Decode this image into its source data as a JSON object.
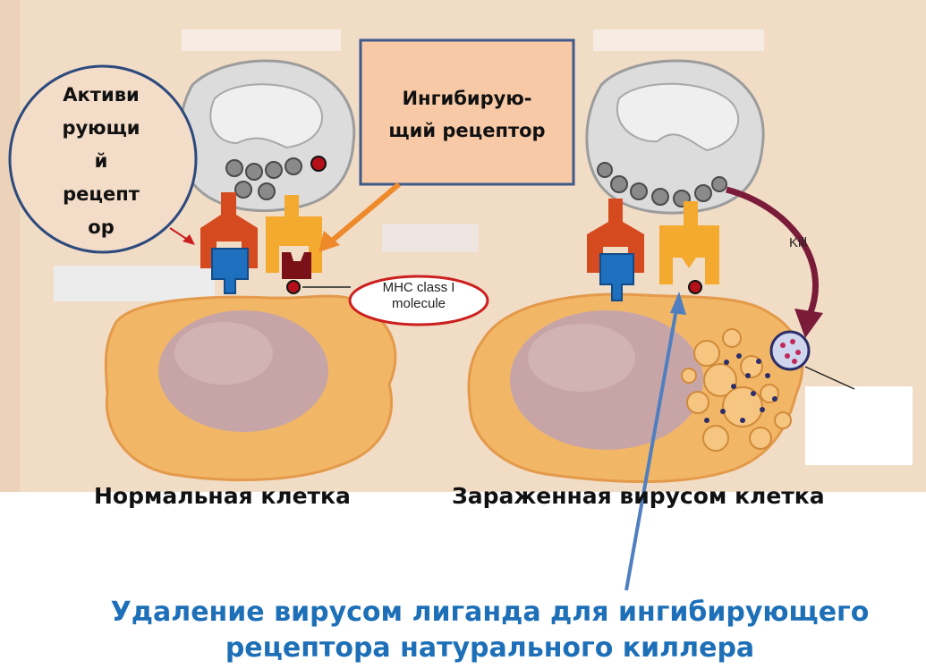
{
  "labels": {
    "activating_receptor": "Активи рующи й рецепт ор",
    "inhibiting_receptor": "Ингибирую-щий рецептор",
    "mhc": "MHC class I molecule",
    "kill": "Kill",
    "normal_cell": "Нормальная клетка",
    "infected_cell": "Зараженная вирусом клетка",
    "caption": "Удаление вирусом лиганда для ингибирующего рецептора натурального киллера"
  },
  "colors": {
    "background": "#f1dcc6",
    "cell_fill": "#f2b766",
    "nucleus_fill": "#c7a5a6",
    "nk_cell_fill": "#dcdcdc",
    "activating_receptor": "#d54a1f",
    "activating_ligand": "#1f6fbf",
    "inhibitory_receptor": "#f4aa2e",
    "mhc_molecule": "#7a1018",
    "arrow_orange": "#ee8a2a",
    "arrow_blue": "#4f7fc0",
    "kill_arrow": "#7a1b3a",
    "caption_color": "#1d6fb8",
    "circle_outline_red": "#cc1f1f",
    "box_fill": "#f7c9a6",
    "box_border": "#3f5a8a",
    "activ_circle_fill": "#f3dcc8",
    "activ_circle_border": "#2c4a7c"
  }
}
